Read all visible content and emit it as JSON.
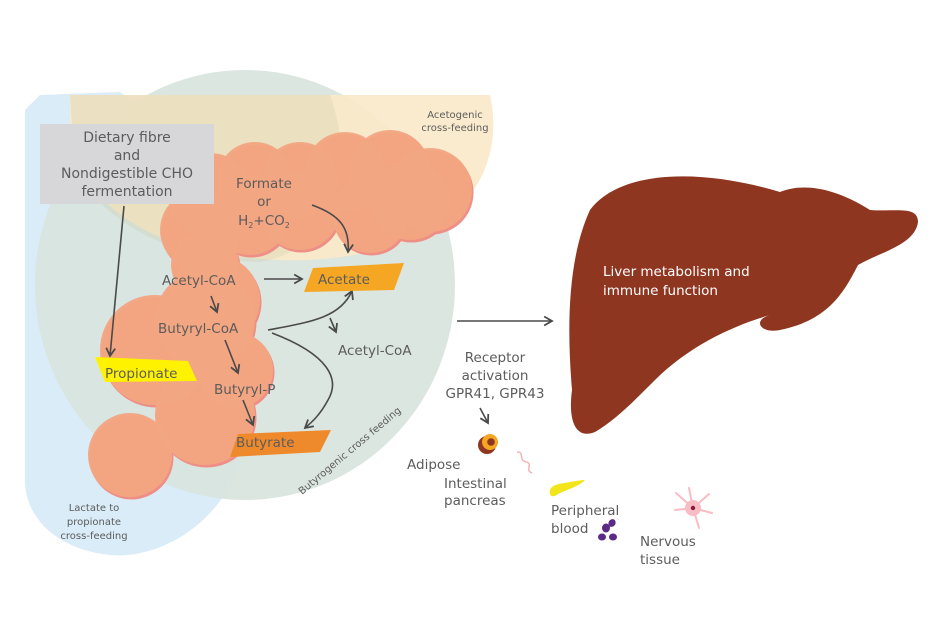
{
  "title": "Short-chain fatty acid cross-feeding and systemic effects",
  "source_box": {
    "lines": [
      "Dietary fibre",
      "and",
      "Nondigestible CHO",
      "fermentation"
    ]
  },
  "zones": {
    "acetogenic": [
      "Acetogenic",
      "cross-feeding"
    ],
    "butyrogenic": "Butyrogenic cross feeding",
    "lactate": [
      "Lactate to",
      "propionate",
      "cross-feeding"
    ]
  },
  "pathway": {
    "formate": [
      "Formate",
      "or",
      "H",
      "2",
      "+CO",
      "2"
    ],
    "acetyl_coa": "Acetyl-CoA",
    "butyryl_coa": "Butyryl-CoA",
    "butyryl_p": "Butyryl-P",
    "acetyl_coa_2": "Acetyl-CoA",
    "acetate": "Acetate",
    "propionate": "Propionate",
    "butyrate": "Butyrate"
  },
  "liver": {
    "lines": [
      "Liver metabolism and",
      "immune function"
    ]
  },
  "receptor": {
    "lines": [
      "Receptor",
      "activation",
      "GPR41, GPR43"
    ]
  },
  "targets": {
    "adipose": "Adipose",
    "intestinal": [
      "Intestinal",
      "pancreas"
    ],
    "peripheral": [
      "Peripheral",
      "blood"
    ],
    "nervous": [
      "Nervous",
      "tissue"
    ]
  },
  "colors": {
    "acetate": "#f5a623",
    "propionate": "#fff200",
    "butyrate": "#ef8a2c",
    "liver": "#8f3620",
    "bacteria": "#f2a582",
    "bacteria_edge": "#ee8f87",
    "acetogenic_zone": "#fbe9c9",
    "butyrogenic_zone": "#dde6e1",
    "lactate_zone": "#d9ecf8",
    "source_box": "#d7d7da",
    "arrow": "#4a4a4a"
  }
}
